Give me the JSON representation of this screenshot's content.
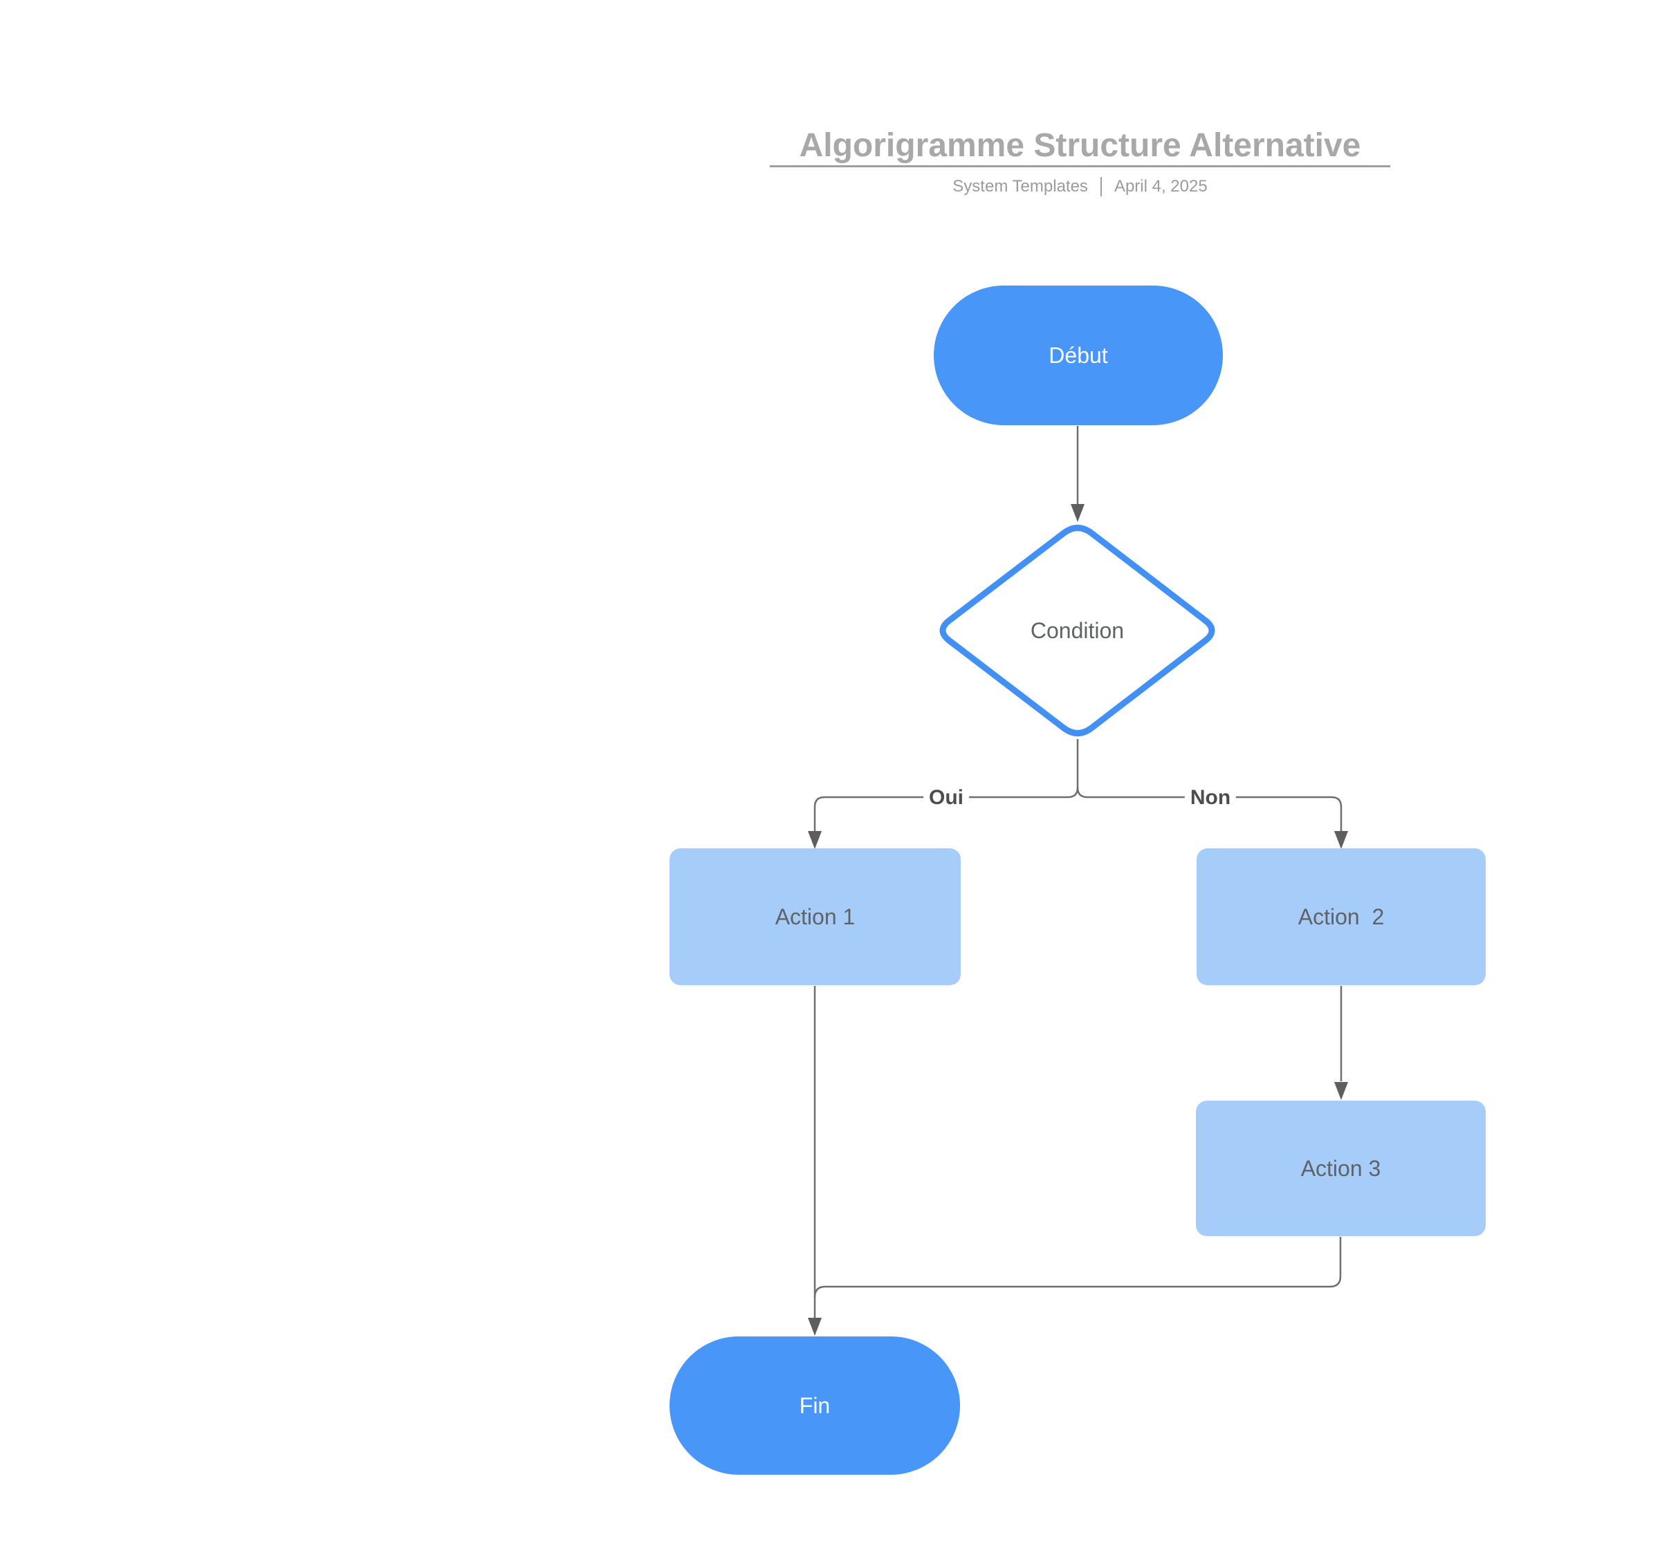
{
  "header": {
    "title": "Algorigramme Structure Alternative",
    "subtitle_left": "System Templates",
    "subtitle_right": "April 4, 2025"
  },
  "nodes": {
    "start": {
      "label": "Début",
      "type": "terminator"
    },
    "condition": {
      "label": "Condition",
      "type": "decision"
    },
    "action1": {
      "label": "Action 1",
      "type": "process"
    },
    "action2": {
      "label": "Action  2",
      "type": "process"
    },
    "action3": {
      "label": "Action 3",
      "type": "process"
    },
    "end": {
      "label": "Fin",
      "type": "terminator"
    }
  },
  "edges": {
    "yes_label": "Oui",
    "no_label": "Non"
  },
  "colors": {
    "terminator_fill": "#4896F8",
    "process_fill": "#A6CCFA",
    "decision_border": "#4290F5",
    "decision_fill": "#FFFFFF",
    "connector": "#6E6E6E",
    "arrowhead": "#5E5E5E",
    "node_text_light": "#FFFFFF",
    "node_text_dark": "#5F6368",
    "branch_label_text": "#4D4D4D",
    "title_text": "#A8A8A8",
    "subtitle_text": "#9B9B9B",
    "rule": "#9E9E9E"
  }
}
